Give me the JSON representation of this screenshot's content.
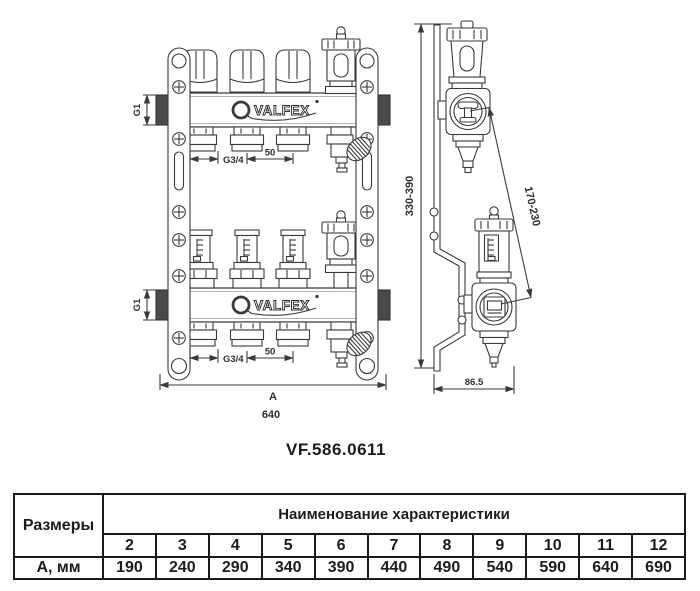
{
  "drawing": {
    "brand": "VALFEX",
    "model": "VF.586.0611",
    "dims": {
      "g1": "G1",
      "g34": "G3/4",
      "pitch": "50",
      "width_label": "A",
      "width_value": "640",
      "height_range": "330-390",
      "center_range": "170-230",
      "depth": "86.5"
    }
  },
  "table": {
    "row_header": "Размеры",
    "col_header": "Наименование характеристики",
    "outlets": [
      "2",
      "3",
      "4",
      "5",
      "6",
      "7",
      "8",
      "9",
      "10",
      "11",
      "12"
    ],
    "row_label": "А, мм",
    "values": [
      "190",
      "240",
      "290",
      "340",
      "390",
      "440",
      "490",
      "540",
      "590",
      "640",
      "690"
    ]
  }
}
